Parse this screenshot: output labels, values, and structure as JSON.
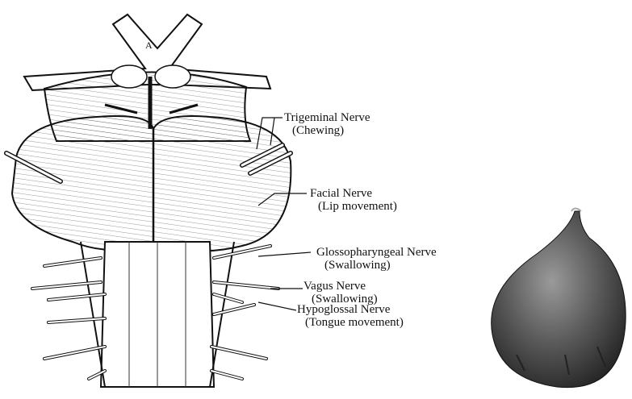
{
  "labels": [
    {
      "name": "Trigeminal Nerve",
      "function": "(Chewing)"
    },
    {
      "name": "Facial Nerve",
      "function": "(Lip movement)"
    },
    {
      "name": "Glossopharyngeal Nerve",
      "function": "(Swallowing)"
    },
    {
      "name": "Vagus Nerve",
      "function": "(Swallowing)"
    },
    {
      "name": "Hypoglossal Nerve",
      "function": "(Tongue movement)"
    }
  ],
  "figure_marks": {
    "top_letter": "A"
  }
}
